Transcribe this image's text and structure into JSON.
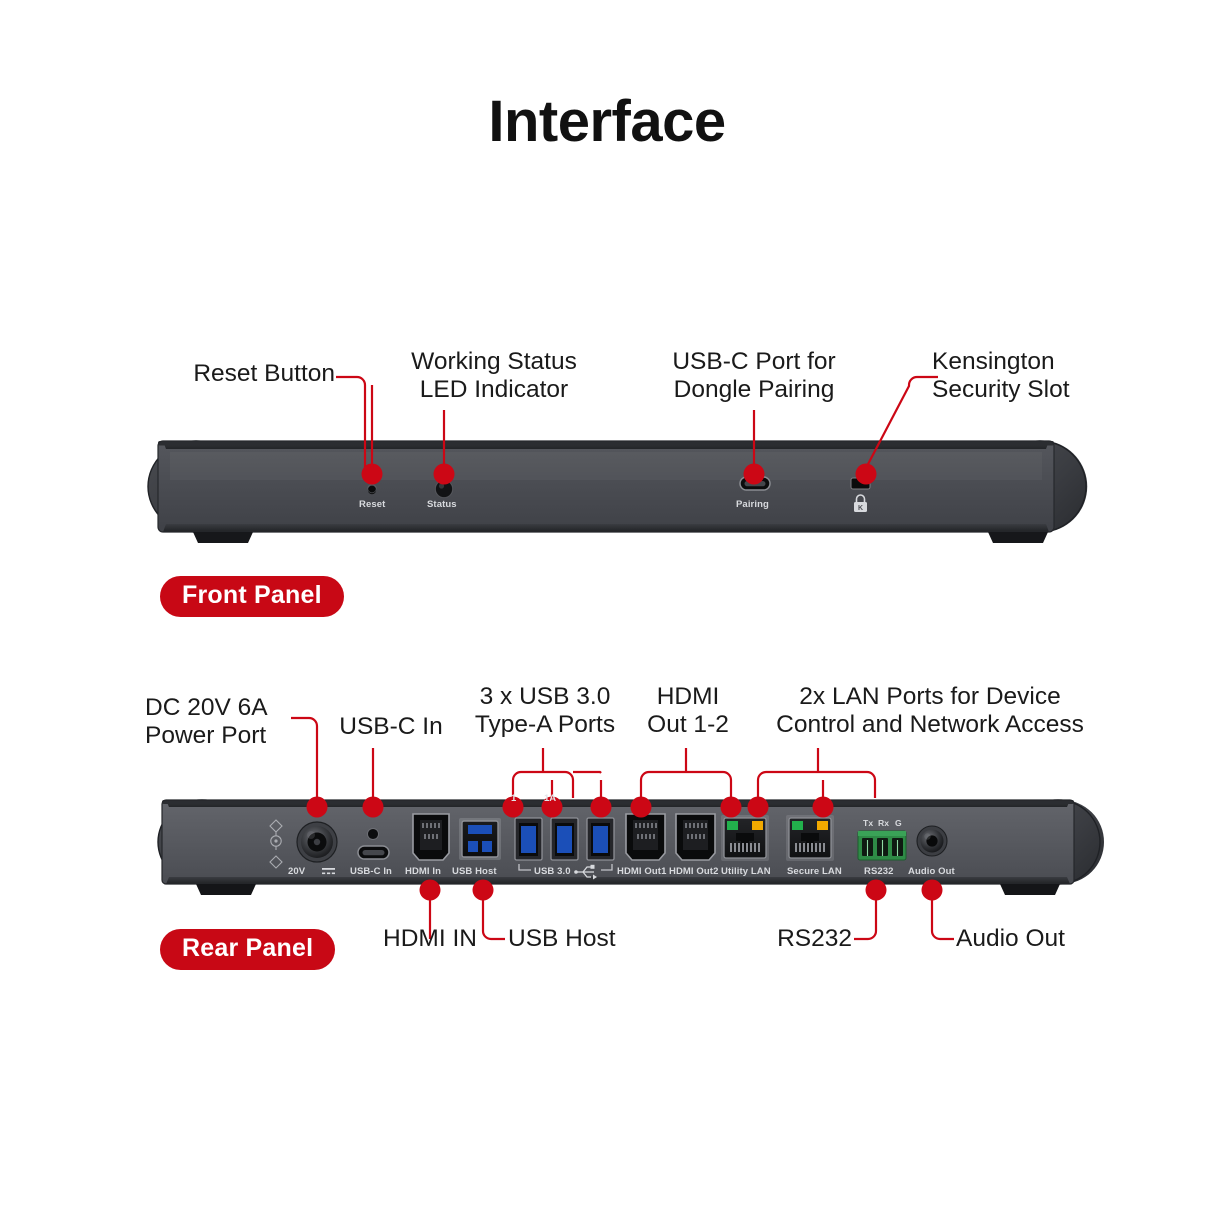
{
  "title": "Interface",
  "colors": {
    "accent_red": "#c80815",
    "leader_red": "#cc0715",
    "chassis_face_front": "#4d4f55",
    "chassis_face_rear": "#5a5c62",
    "chassis_dark": "#2e3034",
    "port_label": "#d8dade",
    "usb_blue": "#1b4fb8",
    "lan_led_green": "#22b14c",
    "lan_led_amber": "#f2a900",
    "rs232_green": "#2e8b46"
  },
  "front_panel": {
    "badge": "Front Panel",
    "callouts": [
      {
        "text": "Reset Button",
        "target": "reset-button"
      },
      {
        "text": "Working Status\nLED Indicator",
        "target": "status-led"
      },
      {
        "text": "USB-C Port for\nDongle Pairing",
        "target": "pairing-usb-c-port"
      },
      {
        "text": "Kensington\nSecurity Slot",
        "target": "kensington-slot"
      }
    ],
    "port_labels": [
      {
        "text": "Reset"
      },
      {
        "text": "Status"
      },
      {
        "text": "Pairing"
      },
      {
        "text": "lock-icon"
      }
    ]
  },
  "rear_panel": {
    "badge": "Rear Panel",
    "callouts_top": [
      {
        "text": "DC 20V 6A\nPower Port",
        "target": "dc-power-port"
      },
      {
        "text": "USB-C In",
        "target": "usb-c-in-port"
      },
      {
        "text": "3 x USB 3.0\nType-A Ports",
        "target": "usb3-port-group"
      },
      {
        "text": "HDMI\nOut 1-2",
        "target": "hdmi-out-group"
      },
      {
        "text": "2x LAN Ports for Device\nControl and Network Access",
        "target": "lan-port-group"
      }
    ],
    "callouts_bottom": [
      {
        "text": "HDMI IN",
        "target": "hdmi-in-port"
      },
      {
        "text": "USB Host",
        "target": "usb-host-port"
      },
      {
        "text": "RS232",
        "target": "rs232-terminal"
      },
      {
        "text": "Audio Out",
        "target": "audio-out-jack"
      }
    ],
    "port_labels": [
      {
        "text": "20V"
      },
      {
        "text": "USB-C In"
      },
      {
        "text": "HDMI In"
      },
      {
        "text": "USB Host"
      },
      {
        "text": "USB 3.0"
      },
      {
        "text": "HDMI Out1"
      },
      {
        "text": "HDMI Out2"
      },
      {
        "text": "Utility LAN"
      },
      {
        "text": "Secure LAN"
      },
      {
        "text": "RS232"
      },
      {
        "text": "Audio Out"
      }
    ],
    "usb3_top_numbers": [
      "1",
      "1A"
    ],
    "rs232_pins": [
      "Tx",
      "Rx",
      "G"
    ]
  }
}
